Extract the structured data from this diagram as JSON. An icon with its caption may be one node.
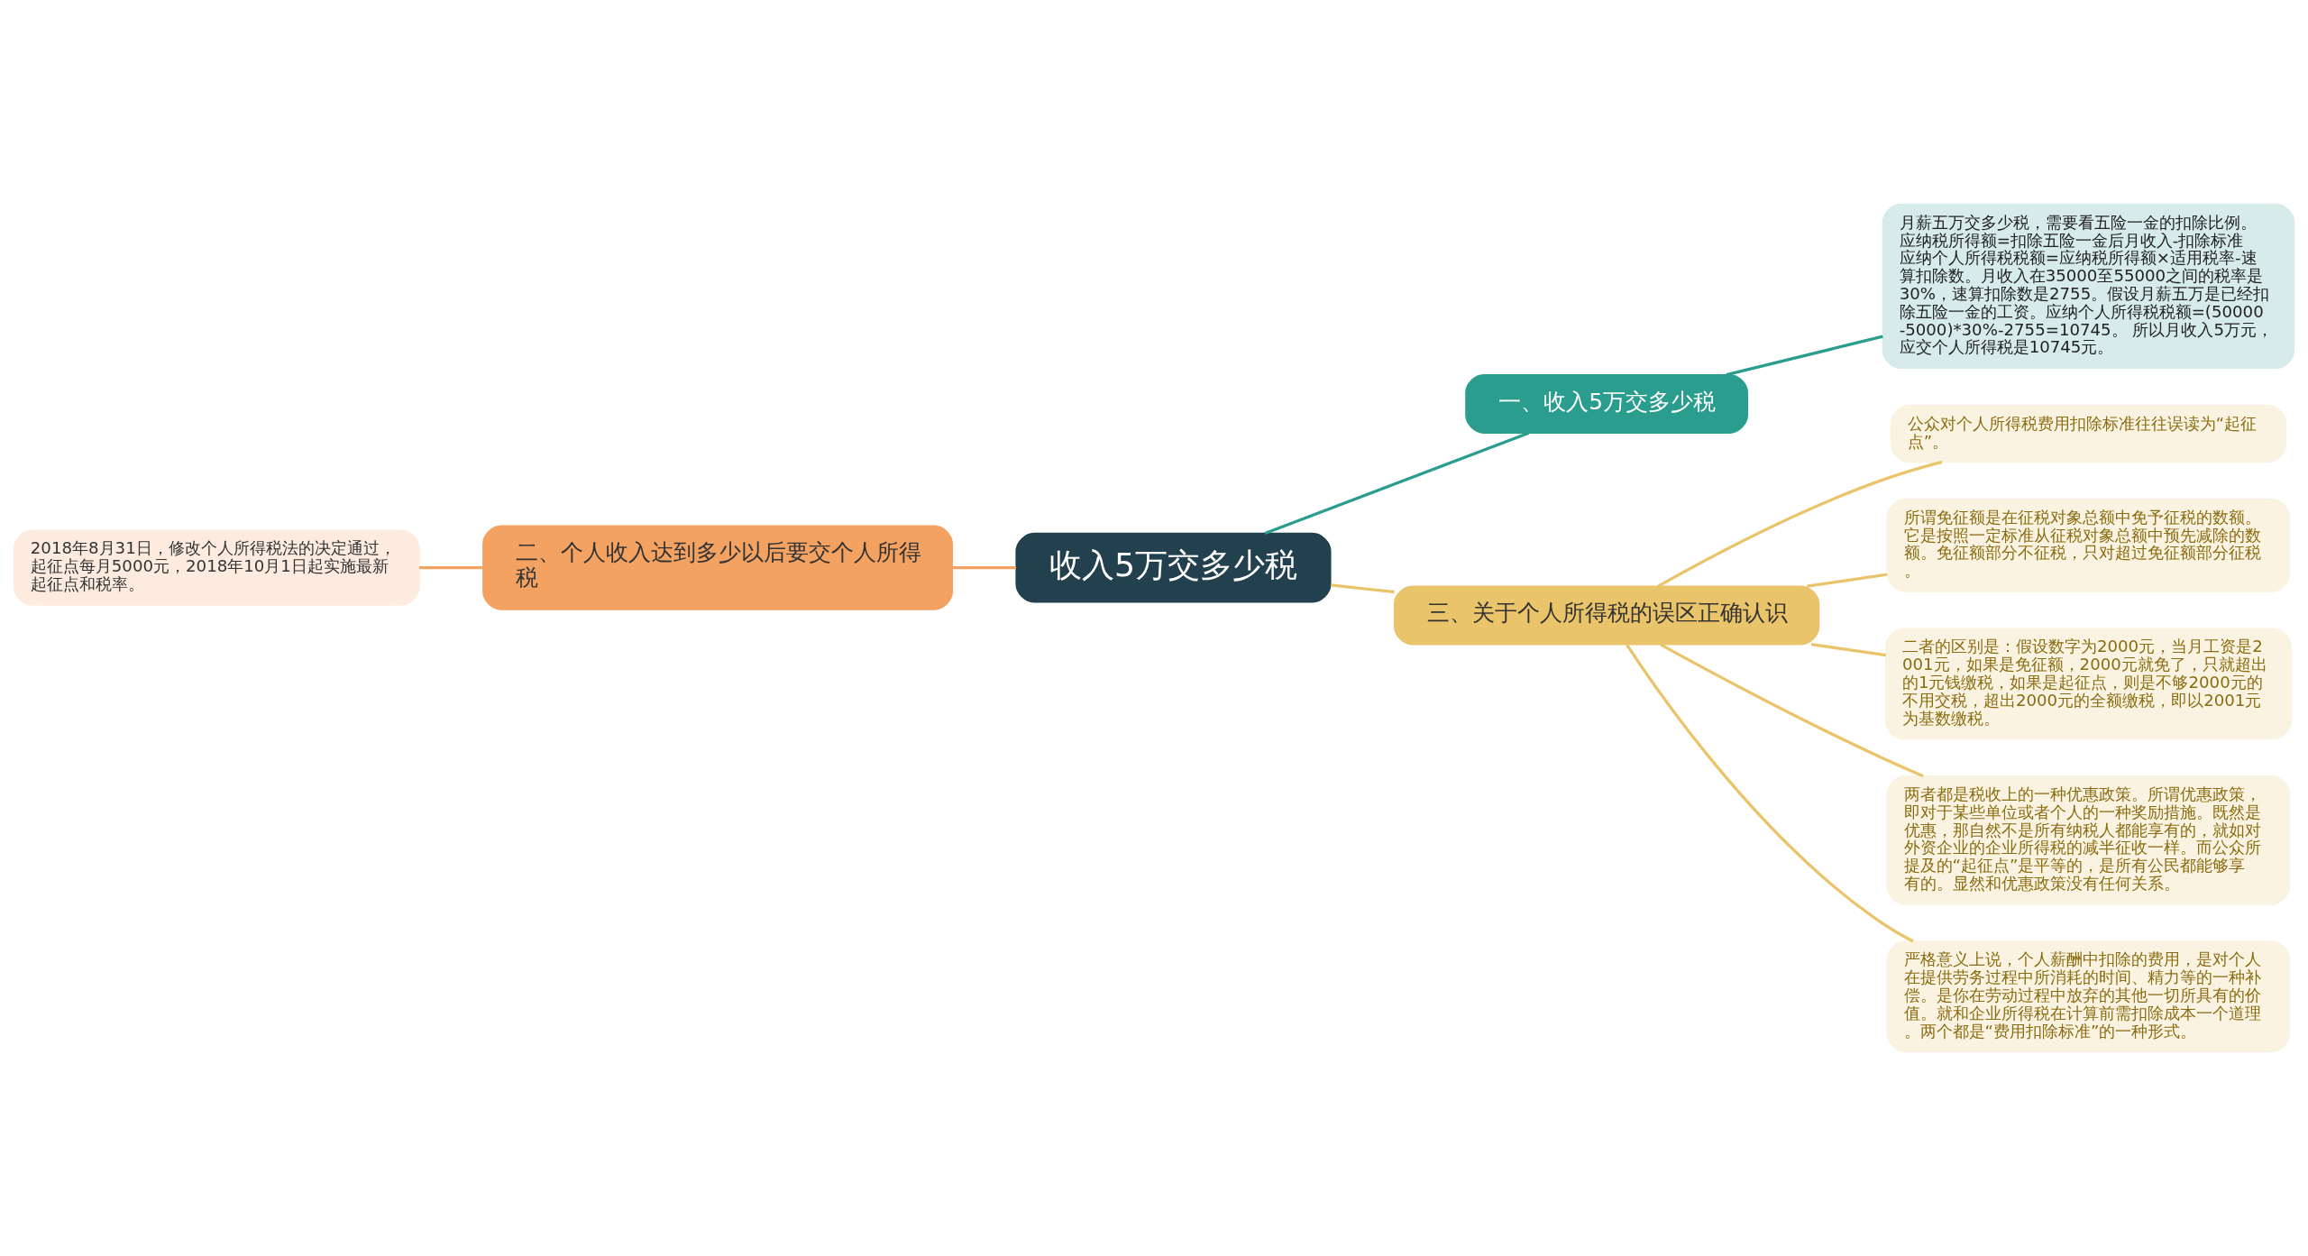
{
  "diagram": {
    "nodes": [
      {
        "text": [
          "收入5万交多少税"
        ]
      },
      {
        "text": [
          "一、收入5万交多少税"
        ]
      },
      {
        "text": [
          "月薪五万交多少税，需要看五险一金的扣除比例。应纳税所得额=扣除五险一金后月收入-扣除标准应纳个人所得税税额=应纳税所得额×适用税率-速算扣除数。月收入在35000至55000之间的税率是30%，速算扣除数是2755。假设月薪五万是已经扣除五险一金的工资。应纳个人所得税税额=(50000-5000)*30%-2755=10745。 所以月收入5万元，应交个人所得税是10745元。"
        ]
      },
      {
        "text": [
          "二、个人收入达到多少以后要交个人所得税"
        ]
      },
      {
        "text": [
          "2018年8月31日，修改个人所得税法的决定通过，起征点每月5000元，2018年10月1日起实施最新起征点和税率。"
        ]
      },
      {
        "text": [
          "三、关于个人所得税的误区正确认识"
        ]
      },
      {
        "text": [
          "公众对个人所得税费用扣除标准往往误读为“起征点”。"
        ]
      },
      {
        "text": [
          "所谓免征额是在征税对象总额中免予征税的数额。它是按照一定标准从征税对象总额中预先减除的数额。免征额部分不征税，只对超过免征额部分征税。"
        ]
      },
      {
        "text": [
          "二者的区别是：假设数字为2000元，当月工资是2001元，如果是免征额，2000元就免了，只就超出的1元钱缴税，如果是起征点，则是不够2000元的不用交税，超出2000元的全额缴税，即以2001元为基数缴税。"
        ]
      },
      {
        "text": [
          "两者都是税收上的一种优惠政策。所谓优惠政策，即对于某些单位或者个人的一种奖励措施。既然是优惠，那自然不是所有纳税人都能享有的，就如对外资企业的企业所得税的减半征收一样。而公众所提及的“起征点”是平等的，是所有公民都能够享有的。显然和优惠政策没有任何关系。"
        ]
      },
      {
        "text": [
          "严格意义上说，个人薪酬中扣除的费用，是对个人在提供劳务过程中所消耗的时间、精力等的一种补偿。是你在劳动过程中放弃的其他一切所具有的价值。就和企业所得税在计算前需扣除成本一个道理。两个都是“费用扣除标准”的一种形式。"
        ]
      }
    ],
    "edges": [
      {
        "from": 0,
        "to": 1,
        "arrow": "none",
        "color": "#2a9d8f"
      },
      {
        "from": 1,
        "to": 2,
        "arrow": "none",
        "color": "#2a9d8f"
      },
      {
        "from": 0,
        "to": 3,
        "arrow": "none",
        "color": "#f4a261"
      },
      {
        "from": 3,
        "to": 4,
        "arrow": "none",
        "color": "#f4a261"
      },
      {
        "from": 0,
        "to": 5,
        "arrow": "none"
      },
      {
        "from": 5,
        "to": 6,
        "arrow": "none"
      },
      {
        "from": 5,
        "to": 7,
        "arrow": "none"
      },
      {
        "from": 5,
        "to": 8,
        "arrow": "none"
      },
      {
        "from": 5,
        "to": 9,
        "arrow": "none"
      },
      {
        "from": 5,
        "to": 10,
        "arrow": "none"
      }
    ]
  }
}
